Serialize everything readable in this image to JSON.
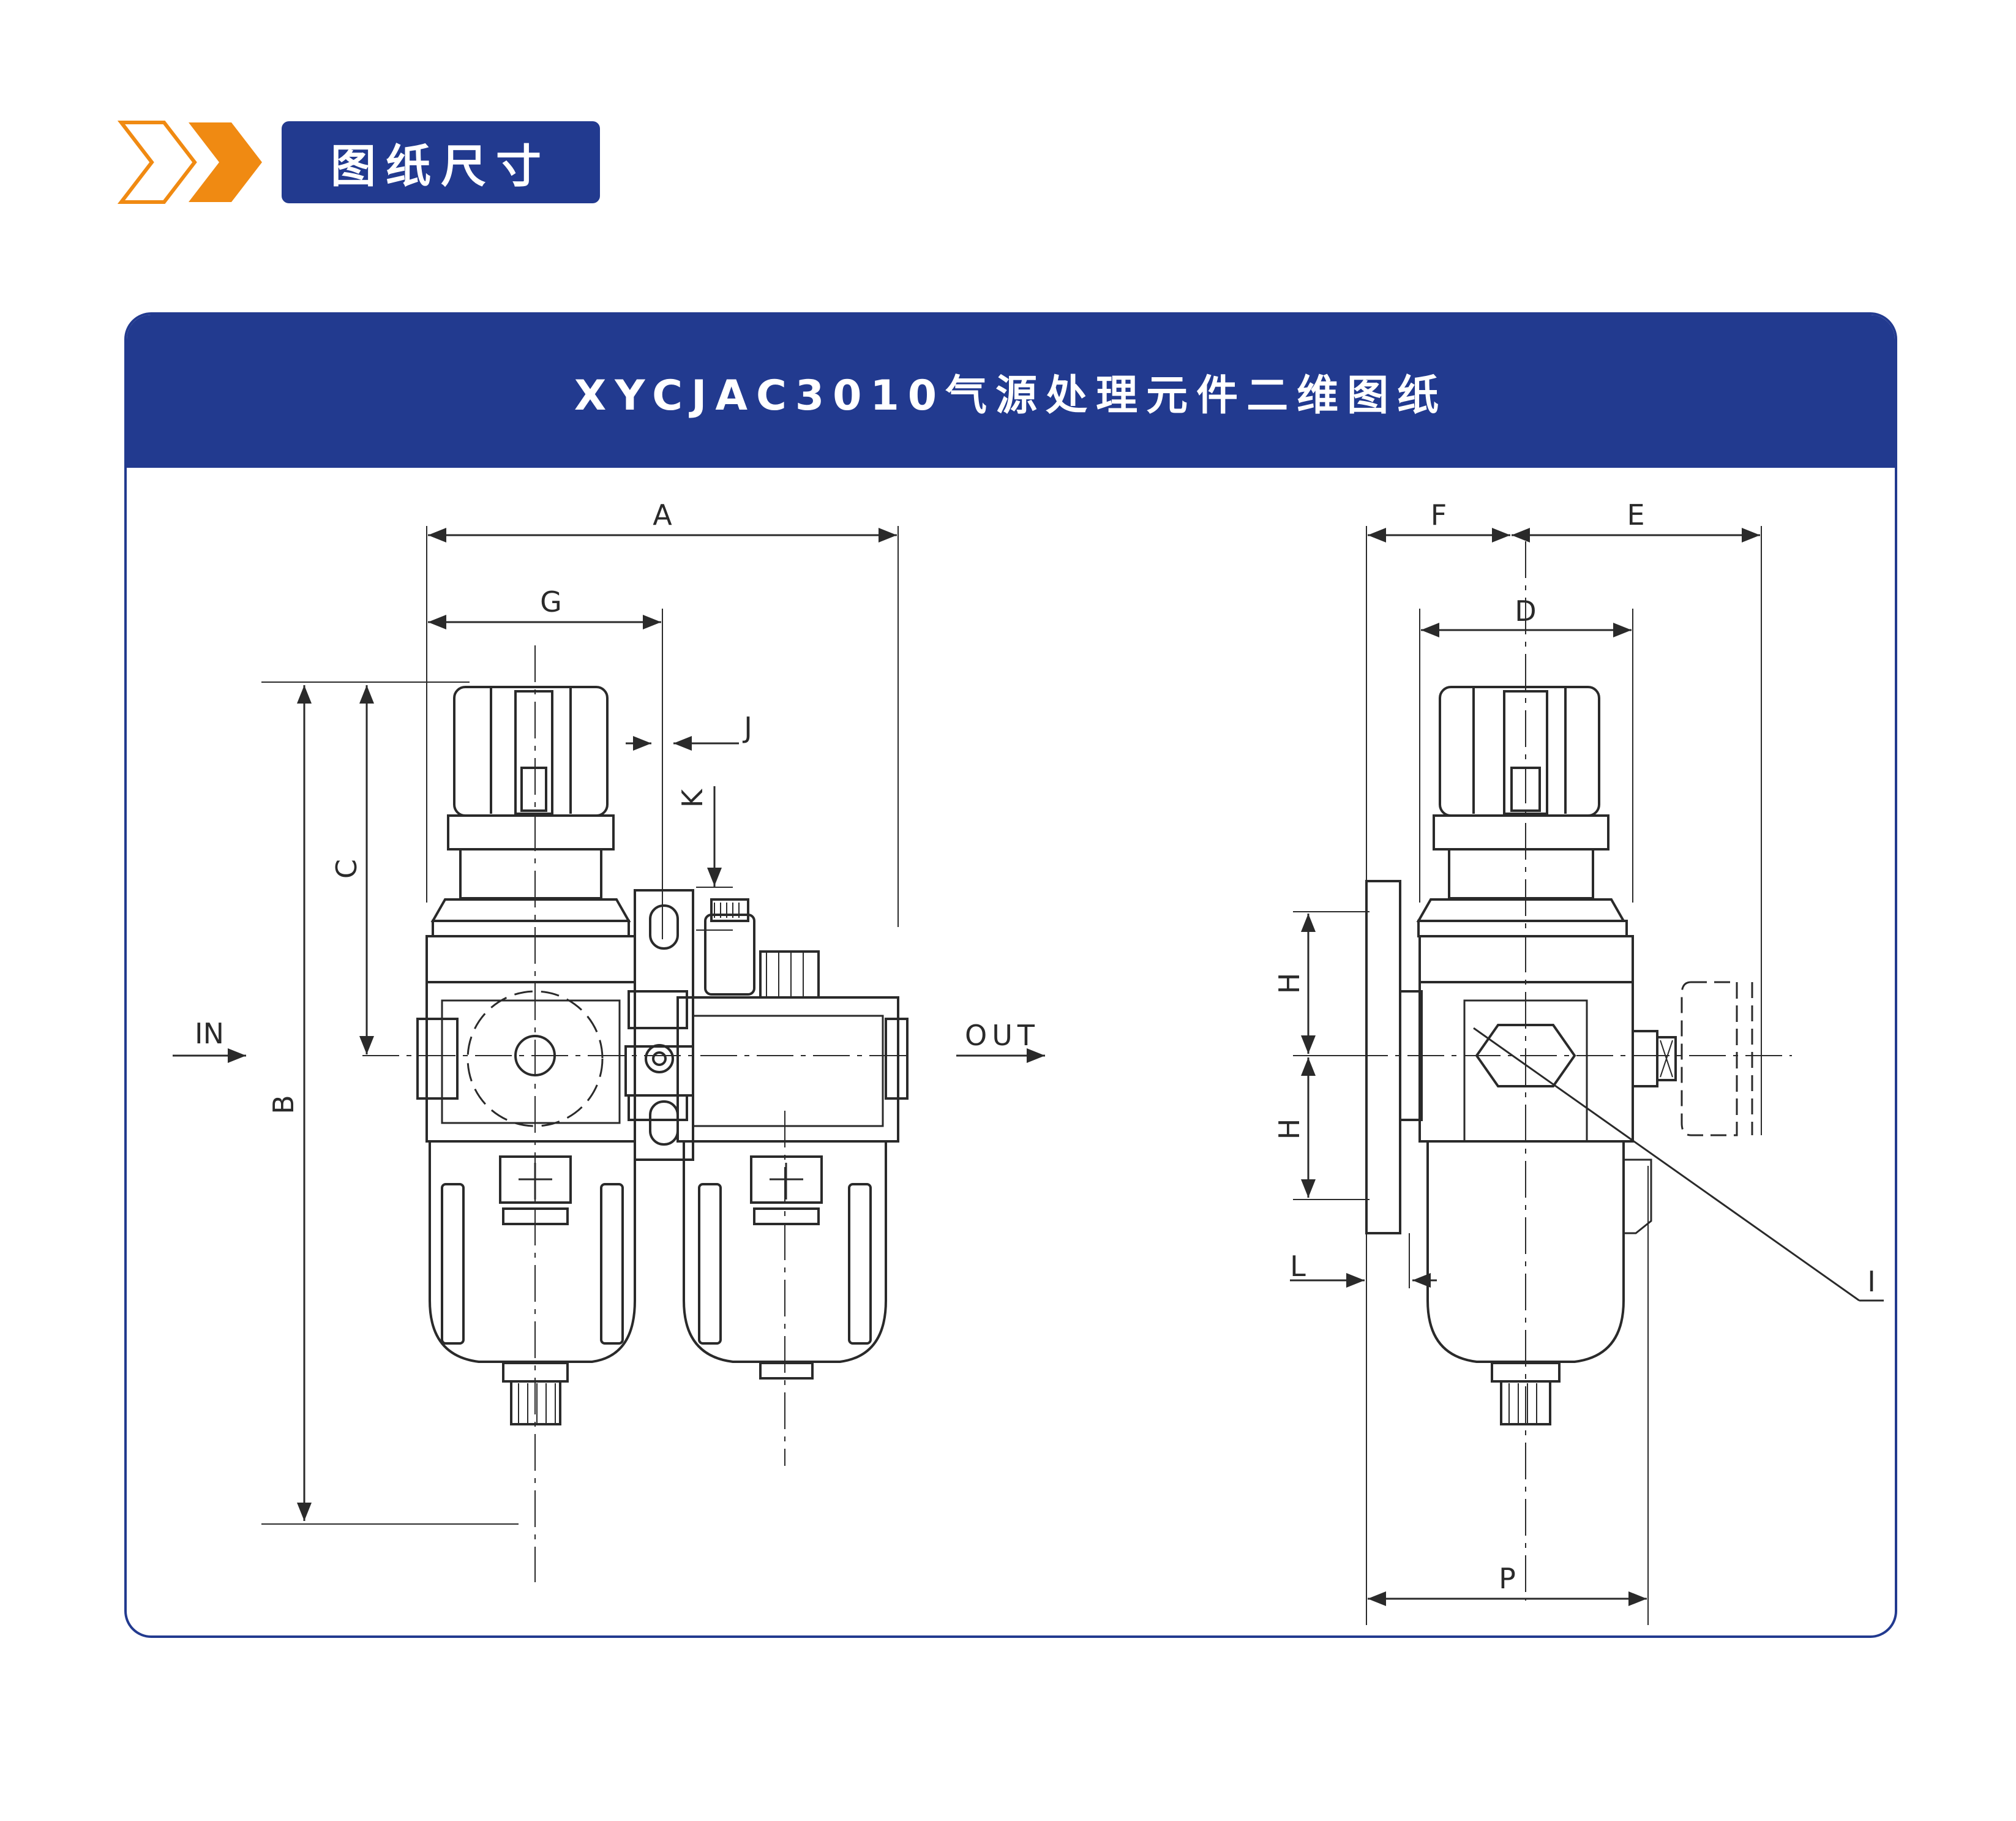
{
  "colors": {
    "brand": "#223a8f",
    "accent": "#f08a12",
    "line": "#2a2a2a"
  },
  "header": {
    "title": "图纸尺寸",
    "icon": "double-chevron-right-icon"
  },
  "panel": {
    "title": "XYCJAC3010气源处理元件二维图纸"
  },
  "front_view": {
    "dims": {
      "a": "A",
      "g": "G",
      "j": "J",
      "k": "K",
      "c": "C",
      "b": "B"
    },
    "ports": {
      "in": "IN",
      "out": "OUT"
    }
  },
  "side_view": {
    "dims": {
      "f": "F",
      "e": "E",
      "d": "D",
      "h_top": "H",
      "h_bottom": "H",
      "l": "L",
      "i": "I",
      "p": "P"
    }
  }
}
